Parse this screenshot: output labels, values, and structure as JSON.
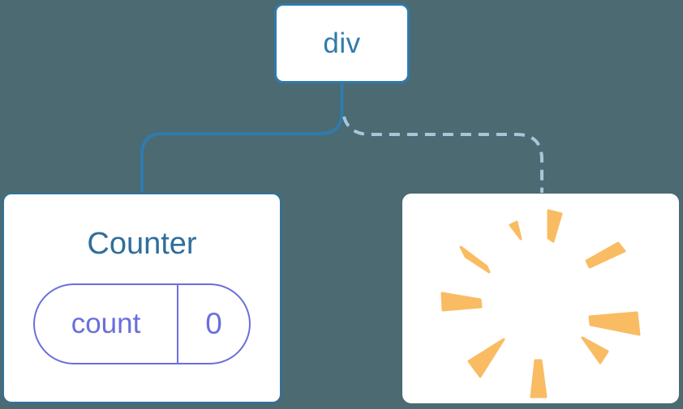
{
  "colors": {
    "background": "#4C6A72",
    "card_bg": "#FFFFFF",
    "node_border": "#2F7BAD",
    "root_label": "#2F7BAD",
    "counter_border": "#31719F",
    "counter_title": "#2F6E9D",
    "pill": "#6A6FDB",
    "edge_solid": "#2F7BAD",
    "edge_dashed": "#A8C6DA",
    "poof": "#F9BC63"
  },
  "root_node": {
    "label": "div"
  },
  "counter_node": {
    "title": "Counter",
    "state": {
      "key": "count",
      "value": "0"
    }
  },
  "removed_node": {
    "icon": "poof-burst"
  }
}
